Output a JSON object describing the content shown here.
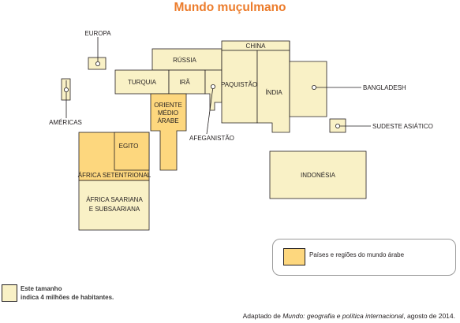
{
  "title": "Mundo muçulmano",
  "colors": {
    "non_arab": "#f9f1c6",
    "arab": "#fdd77e",
    "title": "#ec7c2b",
    "outline": "#231f20"
  },
  "regions": {
    "europa": "EUROPA",
    "americas": "AMÉRICAS",
    "russia": "RÚSSIA",
    "china": "CHINA",
    "turquia": "TURQUIA",
    "ira": "IRÃ",
    "paquistao": "PAQUISTÃO",
    "india": "ÍNDIA",
    "bangladesh": "BANGLADESH",
    "oriente_medio": [
      "ORIENTE",
      "MÉDIO",
      "ÁRABE"
    ],
    "afeganistao": "AFEGANISTÃO",
    "sudeste_asiatico": "SUDESTE ASIÁTICO",
    "egito": "EGITO",
    "africa_setentrional": "ÁFRICA SETENTRIONAL",
    "africa_saariana": [
      "ÁFRICA SAARIANA",
      "E SUBSAARIANA"
    ],
    "indonesia": "INDONÉSIA"
  },
  "legend": {
    "label": "Países e regiões do mundo árabe"
  },
  "scale": {
    "line1": "Este tamanho",
    "line2": "indica 4 milhões de habitantes."
  },
  "source": {
    "prefix": "Adaptado de ",
    "title": "Mundo: geografia e política internacional",
    "suffix": ", agosto de 2014."
  }
}
